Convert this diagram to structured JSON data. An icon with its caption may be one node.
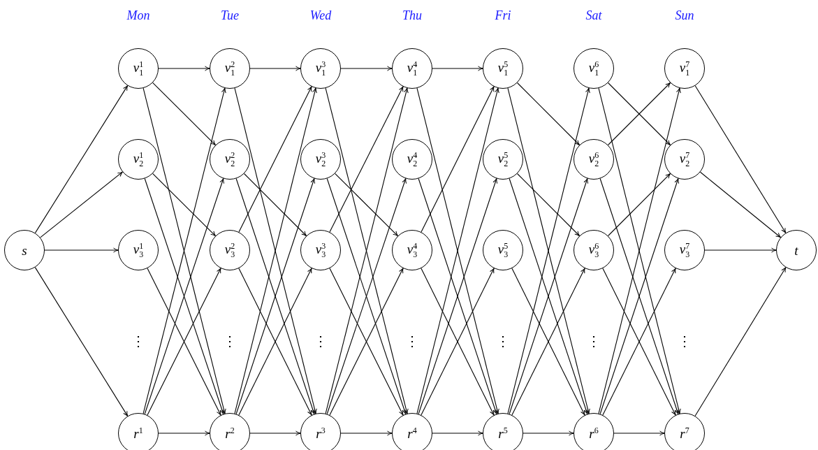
{
  "diagram": {
    "nodes": [
      {
        "text": [
          "*s*"
        ]
      },
      {
        "text": [
          "*v*$^{1}$$_{1}$"
        ]
      },
      {
        "text": [
          "*v*$^{1}$$_{2}$"
        ]
      },
      {
        "text": [
          "*v*$^{1}$$_{3}$"
        ]
      },
      {
        "text": [
          "*r*$^{1}$"
        ]
      },
      {
        "text": [
          "*v*$^{2}$$_{1}$"
        ]
      },
      {
        "text": [
          "*v*$^{2}$$_{2}$"
        ]
      },
      {
        "text": [
          "*v*$^{2}$$_{3}$"
        ]
      },
      {
        "text": [
          "*r*$^{2}$"
        ]
      },
      {
        "text": [
          "*v*$^{3}$$_{1}$"
        ]
      },
      {
        "text": [
          "*v*$^{3}$$_{2}$"
        ]
      },
      {
        "text": [
          "*v*$^{3}$$_{3}$"
        ]
      },
      {
        "text": [
          "*r*$^{3}$"
        ]
      },
      {
        "text": [
          "*v*$^{4}$$_{1}$"
        ]
      },
      {
        "text": [
          "*v*$^{4}$$_{2}$"
        ]
      },
      {
        "text": [
          "*v*$^{4}$$_{3}$"
        ]
      },
      {
        "text": [
          "*r*$^{4}$"
        ]
      },
      {
        "text": [
          "*v*$^{5}$$_{1}$"
        ]
      },
      {
        "text": [
          "*v*$^{5}$$_{2}$"
        ]
      },
      {
        "text": [
          "*v*$^{5}$$_{3}$"
        ]
      },
      {
        "text": [
          "*r*$^{5}$"
        ]
      },
      {
        "text": [
          "*v*$^{6}$$_{1}$"
        ]
      },
      {
        "text": [
          "*v*$^{6}$$_{2}$"
        ]
      },
      {
        "text": [
          "*v*$^{6}$$_{3}$"
        ]
      },
      {
        "text": [
          "*r*$^{6}$"
        ]
      },
      {
        "text": [
          "*v*$^{7}$$_{1}$"
        ]
      },
      {
        "text": [
          "*v*$^{7}$$_{2}$"
        ]
      },
      {
        "text": [
          "*v*$^{7}$$_{3}$"
        ]
      },
      {
        "text": [
          "*r*$^{7}$"
        ]
      },
      {
        "text": [
          "*t*"
        ]
      }
    ],
    "edges": [
      {
        "from": 0,
        "to": 1,
        "arrow": "to"
      },
      {
        "from": 0,
        "to": 2,
        "arrow": "to"
      },
      {
        "from": 0,
        "to": 3,
        "arrow": "to"
      },
      {
        "from": 0,
        "to": 4,
        "arrow": "to"
      },
      {
        "from": 1,
        "to": 5,
        "arrow": "to"
      },
      {
        "from": 1,
        "to": 6,
        "arrow": "to"
      },
      {
        "from": 2,
        "to": 7,
        "arrow": "to"
      },
      {
        "from": 5,
        "to": 9,
        "arrow": "to"
      },
      {
        "from": 6,
        "to": 11,
        "arrow": "to"
      },
      {
        "from": 7,
        "to": 9,
        "arrow": "to"
      },
      {
        "from": 9,
        "to": 13,
        "arrow": "to"
      },
      {
        "from": 10,
        "to": 15,
        "arrow": "to"
      },
      {
        "from": 11,
        "to": 13,
        "arrow": "to"
      },
      {
        "from": 13,
        "to": 17,
        "arrow": "to"
      },
      {
        "from": 15,
        "to": 17,
        "arrow": "to"
      },
      {
        "from": 17,
        "to": 22,
        "arrow": "to"
      },
      {
        "from": 18,
        "to": 23,
        "arrow": "to"
      },
      {
        "from": 21,
        "to": 26,
        "arrow": "to"
      },
      {
        "from": 22,
        "to": 25,
        "arrow": "to"
      },
      {
        "from": 23,
        "to": 26,
        "arrow": "to"
      },
      {
        "from": 1,
        "to": 8,
        "arrow": "to"
      },
      {
        "from": 2,
        "to": 8,
        "arrow": "to"
      },
      {
        "from": 3,
        "to": 8,
        "arrow": "to"
      },
      {
        "from": 5,
        "to": 12,
        "arrow": "to"
      },
      {
        "from": 6,
        "to": 12,
        "arrow": "to"
      },
      {
        "from": 7,
        "to": 12,
        "arrow": "to"
      },
      {
        "from": 9,
        "to": 16,
        "arrow": "to"
      },
      {
        "from": 10,
        "to": 16,
        "arrow": "to"
      },
      {
        "from": 11,
        "to": 16,
        "arrow": "to"
      },
      {
        "from": 13,
        "to": 20,
        "arrow": "to"
      },
      {
        "from": 14,
        "to": 20,
        "arrow": "to"
      },
      {
        "from": 15,
        "to": 20,
        "arrow": "to"
      },
      {
        "from": 17,
        "to": 24,
        "arrow": "to"
      },
      {
        "from": 18,
        "to": 24,
        "arrow": "to"
      },
      {
        "from": 19,
        "to": 24,
        "arrow": "to"
      },
      {
        "from": 21,
        "to": 28,
        "arrow": "to"
      },
      {
        "from": 22,
        "to": 28,
        "arrow": "to"
      },
      {
        "from": 23,
        "to": 28,
        "arrow": "to"
      },
      {
        "from": 4,
        "to": 5,
        "arrow": "to"
      },
      {
        "from": 4,
        "to": 6,
        "arrow": "to"
      },
      {
        "from": 4,
        "to": 7,
        "arrow": "to"
      },
      {
        "from": 8,
        "to": 9,
        "arrow": "to"
      },
      {
        "from": 8,
        "to": 10,
        "arrow": "to"
      },
      {
        "from": 8,
        "to": 11,
        "arrow": "to"
      },
      {
        "from": 12,
        "to": 13,
        "arrow": "to"
      },
      {
        "from": 12,
        "to": 14,
        "arrow": "to"
      },
      {
        "from": 12,
        "to": 15,
        "arrow": "to"
      },
      {
        "from": 16,
        "to": 17,
        "arrow": "to"
      },
      {
        "from": 16,
        "to": 18,
        "arrow": "to"
      },
      {
        "from": 16,
        "to": 19,
        "arrow": "to"
      },
      {
        "from": 20,
        "to": 21,
        "arrow": "to"
      },
      {
        "from": 20,
        "to": 22,
        "arrow": "to"
      },
      {
        "from": 20,
        "to": 23,
        "arrow": "to"
      },
      {
        "from": 24,
        "to": 25,
        "arrow": "to"
      },
      {
        "from": 24,
        "to": 26,
        "arrow": "to"
      },
      {
        "from": 24,
        "to": 27,
        "arrow": "to"
      },
      {
        "from": 4,
        "to": 8,
        "arrow": "to"
      },
      {
        "from": 8,
        "to": 12,
        "arrow": "to"
      },
      {
        "from": 12,
        "to": 16,
        "arrow": "to"
      },
      {
        "from": 16,
        "to": 20,
        "arrow": "to"
      },
      {
        "from": 20,
        "to": 24,
        "arrow": "to"
      },
      {
        "from": 24,
        "to": 28,
        "arrow": "to"
      },
      {
        "from": 25,
        "to": 29,
        "arrow": "to"
      },
      {
        "from": 26,
        "to": 29,
        "arrow": "to"
      },
      {
        "from": 27,
        "to": 29,
        "arrow": "to"
      },
      {
        "from": 28,
        "to": 29,
        "arrow": "to"
      }
    ],
    "labels": [
      "Mon",
      "Tue",
      "Wed",
      "Thu",
      "Fri",
      "Sat",
      "Sun",
      "⋮",
      "⋮",
      "⋮",
      "⋮",
      "⋮",
      "⋮",
      "⋮"
    ]
  }
}
